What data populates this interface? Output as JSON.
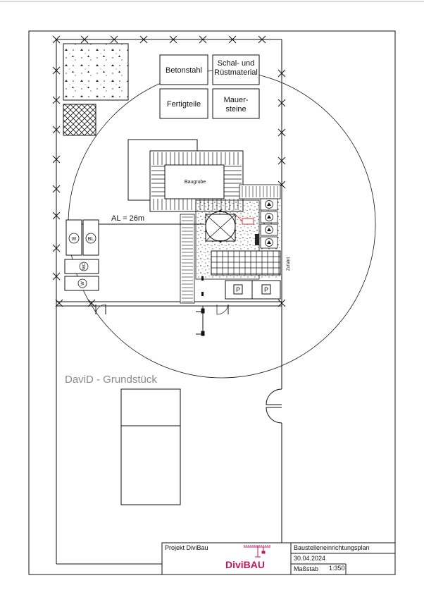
{
  "materials": {
    "betonstahl": "Betonstahl",
    "schal_line1": "Schal- und",
    "schal_line2": "Rüstmaterial",
    "fertigteile": "Fertigteile",
    "mauer_line1": "Mauer-",
    "mauer_line2": "steine"
  },
  "site": {
    "baugrube": "Baugrube",
    "crane_reach": "AL = 26m",
    "zufahrt": "Zufahrt",
    "plot_name": "DaviD - Grundstück",
    "w_label": "W",
    "bl_label": "BL",
    "wc_label": "WC",
    "p_label": "P"
  },
  "title_block": {
    "project": "Projekt DiviBau",
    "logo_text": "DiviBAU",
    "plan_title": "Baustelleneinrichtungsplan",
    "date": "30.04.2024",
    "scale_label": "Maßstab",
    "scale_value": "1:350"
  },
  "colors": {
    "logo_red": "#c2185b",
    "crane_marker": "#d32f2f",
    "line": "#111111",
    "grey_text": "#8a8a8a"
  }
}
